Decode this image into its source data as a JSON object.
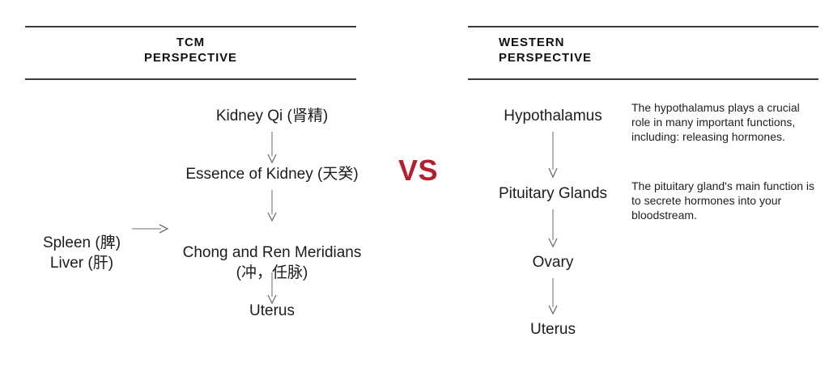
{
  "headers": {
    "tcm": "TCM\nPERSPECTIVE",
    "tcm_line1": "TCM",
    "tcm_line2": "PERSPECTIVE",
    "western_line1": "WESTERN",
    "western_line2": "PERSPECTIVE"
  },
  "divider": {
    "label": "VS",
    "color": "#b5202e"
  },
  "tcm_flow": {
    "nodes": [
      {
        "id": "kidney-qi",
        "label": "Kidney Qi (肾精)"
      },
      {
        "id": "essence-of-kidney",
        "label": "Essence of Kidney (天癸)"
      },
      {
        "id": "chong-ren-meridians",
        "label": "Chong and Ren Meridians\n(冲，任脉)"
      },
      {
        "id": "uterus",
        "label": "Uterus"
      }
    ],
    "side_node": {
      "id": "spleen-liver",
      "label": "Spleen (脾)\nLiver (肝)"
    }
  },
  "western_flow": {
    "nodes": [
      {
        "id": "hypothalamus",
        "label": "Hypothalamus"
      },
      {
        "id": "pituitary-glands",
        "label": "Pituitary Glands"
      },
      {
        "id": "ovary",
        "label": "Ovary"
      },
      {
        "id": "uterus",
        "label": "Uterus"
      }
    ]
  },
  "descriptions": [
    {
      "id": "hypothalamus-description",
      "text": "The hypothalamus plays a crucial role in many important functions, including: releasing hormones."
    },
    {
      "id": "pituitary-description",
      "text": "The pituitary gland's main function is to secrete hormones into your bloodstream."
    }
  ],
  "icons": {
    "arrow_down": "arrow-down-icon",
    "arrow_right": "arrow-right-icon"
  },
  "colors": {
    "text": "#1c1c1c",
    "rule": "#3b3b3b",
    "arrow": "#8c8c8c",
    "accent": "#b5202e"
  }
}
